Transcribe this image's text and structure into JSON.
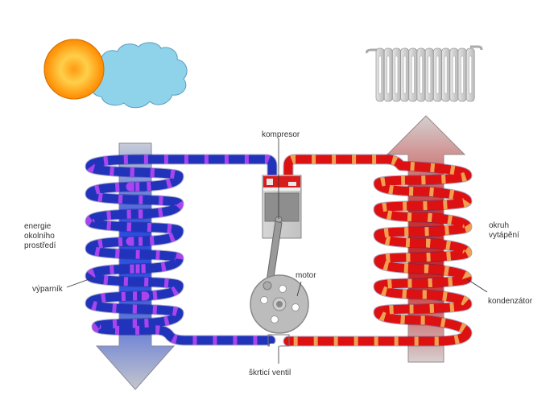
{
  "diagram": {
    "title": "heat pump cycle",
    "labels": {
      "energy_source": "energie\nokolního\nprostředí",
      "evaporator": "výparník",
      "compressor": "kompresor",
      "motor": "motor",
      "throttle_valve": "škrticí ventil",
      "heating_circuit": "okruh\nvytápění",
      "condenser": "kondenzátor"
    },
    "icons": [
      "sun-icon",
      "cloud-icon",
      "radiator-icon"
    ],
    "colors": {
      "cold_pipe": "#2233bb",
      "cold_stripe": "#aa44ee",
      "hot_pipe": "#dd1111",
      "hot_stripe": "#f0a050",
      "arrow_grey": "#bbbbbb",
      "cold_arrow": "#2244dd",
      "hot_arrow": "#cc2222",
      "sun_outer": "#ff8c00",
      "sun_inner": "#ffcc44",
      "cloud": "#88d0e8"
    }
  }
}
